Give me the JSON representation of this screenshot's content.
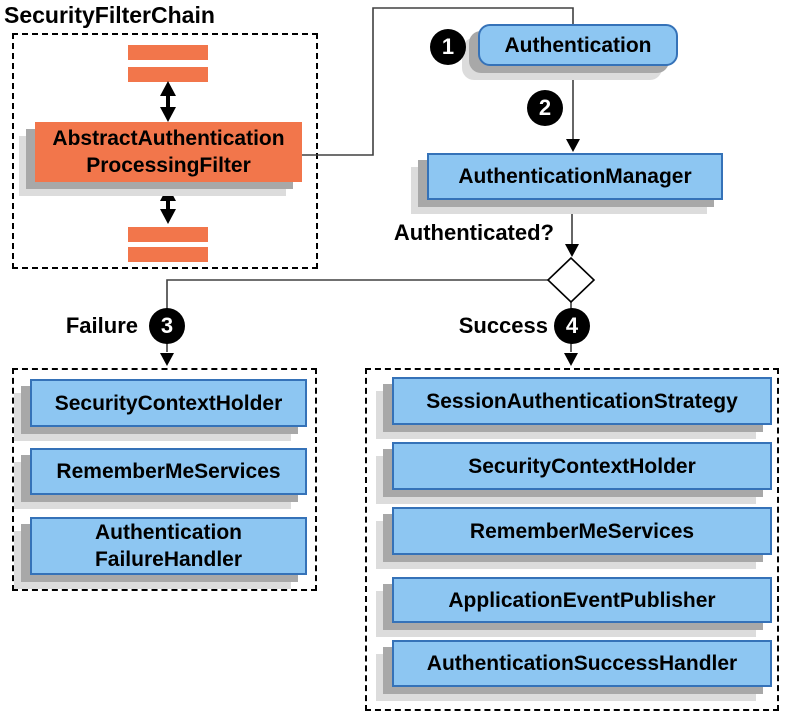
{
  "diagram": {
    "title": "SecurityFilterChain",
    "filter_chain": {
      "filter_label": "AbstractAuthentication\nProcessingFilter"
    },
    "flow": {
      "authentication_label": "Authentication",
      "authentication_manager_label": "AuthenticationManager",
      "authenticated_question": "Authenticated?",
      "failure_label": "Failure",
      "success_label": "Success",
      "steps": [
        "1",
        "2",
        "3",
        "4"
      ]
    },
    "failure_branch": {
      "items": [
        "SecurityContextHolder",
        "RememberMeServices",
        "Authentication\nFailureHandler"
      ]
    },
    "success_branch": {
      "items": [
        "SessionAuthenticationStrategy",
        "SecurityContextHolder",
        "RememberMeServices",
        "ApplicationEventPublisher",
        "AuthenticationSuccessHandler"
      ]
    },
    "colors": {
      "orange": "#f2764b",
      "blue_fill": "#8dc6f2",
      "blue_border": "#3572b8",
      "shadow_dark": "#a8a8a8",
      "shadow_light": "#dcdcdc",
      "line": "#404040"
    }
  }
}
